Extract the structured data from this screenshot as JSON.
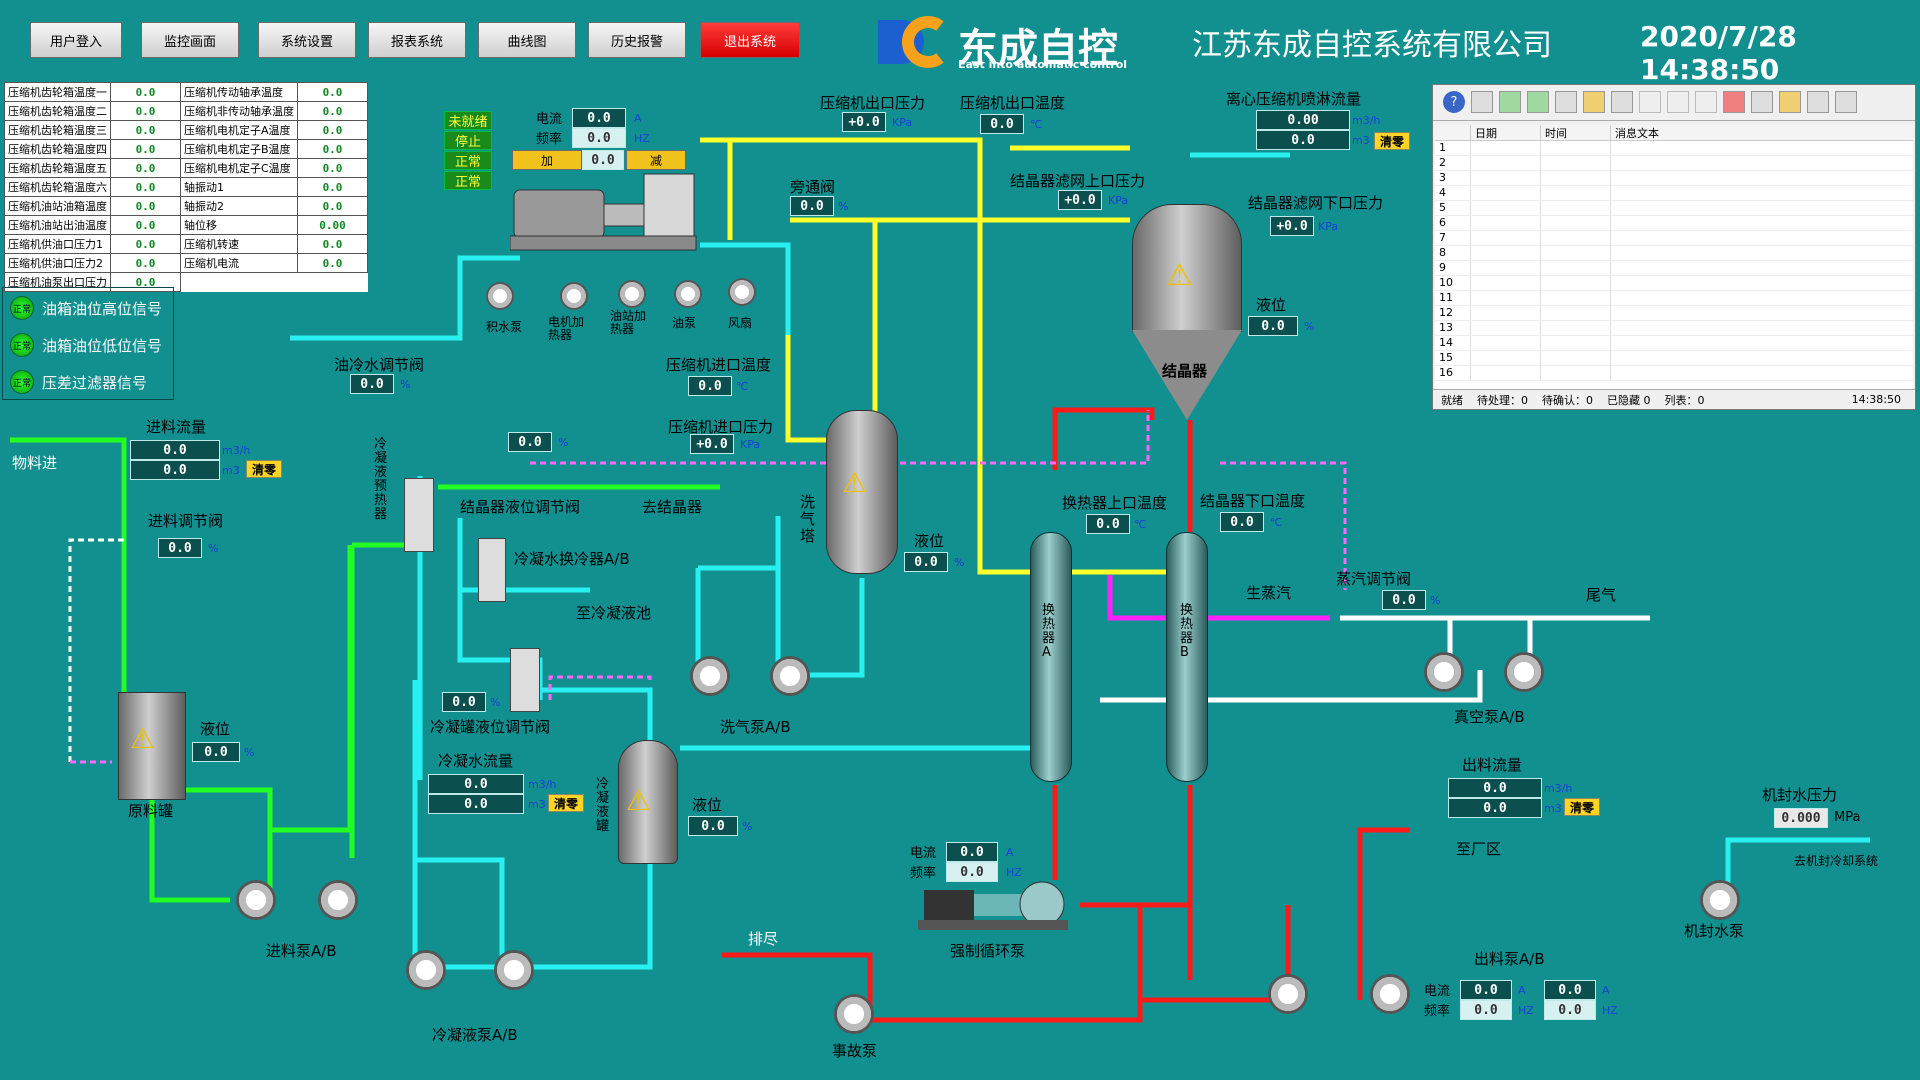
{
  "toolbar": {
    "login": "用户登入",
    "monitor": "监控画面",
    "settings": "系统设置",
    "report": "报表系统",
    "curve": "曲线图",
    "history": "历史报警",
    "exit": "退出系统"
  },
  "brand": {
    "name": "东成自控",
    "tagline": "East into automatic control",
    "company": "江苏东成自控系统有限公司",
    "datetime": "2020/7/28 14:38:50"
  },
  "table": {
    "rows": [
      [
        "压缩机齿轮箱温度一",
        "0.0",
        "压缩机传动轴承温度",
        "0.0"
      ],
      [
        "压缩机齿轮箱温度二",
        "0.0",
        "压缩机非传动轴承温度",
        "0.0"
      ],
      [
        "压缩机齿轮箱温度三",
        "0.0",
        "压缩机电机定子A温度",
        "0.0"
      ],
      [
        "压缩机齿轮箱温度四",
        "0.0",
        "压缩机电机定子B温度",
        "0.0"
      ],
      [
        "压缩机齿轮箱温度五",
        "0.0",
        "压缩机电机定子C温度",
        "0.0"
      ],
      [
        "压缩机齿轮箱温度六",
        "0.0",
        "轴振动1",
        "0.0"
      ],
      [
        "压缩机油站油箱温度",
        "0.0",
        "轴振动2",
        "0.0"
      ],
      [
        "压缩机油站出油温度",
        "0.0",
        "轴位移",
        "0.00"
      ],
      [
        "压缩机供油口压力1",
        "0.0",
        "压缩机转速",
        "0.0"
      ],
      [
        "压缩机供油口压力2",
        "0.0",
        "压缩机电流",
        "0.0"
      ],
      [
        "压缩机油泵出口压力",
        "0.0",
        "",
        ""
      ]
    ]
  },
  "signals": [
    {
      "state": "正常",
      "label": "油箱油位高位信号"
    },
    {
      "state": "正常",
      "label": "油箱油位低位信号"
    },
    {
      "state": "正常",
      "label": "压差过滤器信号"
    }
  ],
  "compressor": {
    "status": [
      "未就绪",
      "停止",
      "正常",
      "正常"
    ],
    "current_label": "电流",
    "current": "0.0",
    "current_unit": "A",
    "freq_label": "频率",
    "freq": "0.0",
    "freq_unit": "HZ",
    "add": "加",
    "sub": "减",
    "setval": "0.0"
  },
  "aux": {
    "p1": "积水泵",
    "p2": "电机加热器",
    "p3": "油站加热器",
    "p4": "油泵",
    "p5": "风扇"
  },
  "labels": {
    "comp_out_p": "压缩机出口压力",
    "comp_out_p_v": "+0.0",
    "kpa": "KPa",
    "comp_out_t": "压缩机出口温度",
    "comp_out_t_v": "0.0",
    "degc": "℃",
    "centri": "离心压缩机喷淋流量",
    "centri_v1": "0.00",
    "centri_v2": "0.0",
    "m3h": "m3/h",
    "m3": "m3",
    "clear": "清零",
    "bypass": "旁通阀",
    "bypass_v": "0.0",
    "pct": "%",
    "filter_up": "结晶器滤网上口压力",
    "filter_up_v": "+0.0",
    "filter_dn": "结晶器滤网下口压力",
    "filter_dn_v": "+0.0",
    "cry_level": "液位",
    "cry_level_v": "0.0",
    "crystallizer": "结晶器",
    "oil_water": "油冷水调节阀",
    "oil_water_v": "0.0",
    "comp_in_t": "压缩机进口温度",
    "comp_in_t_v": "0.0",
    "comp_in_p": "压缩机进口压力",
    "comp_in_p_v": "+0.0",
    "feed_in": "物料进",
    "feed_flow": "进料流量",
    "feed_v1": "0.0",
    "feed_v2": "0.0",
    "feed_valve": "进料调节阀",
    "feed_valve_v": "0.0",
    "pre_heat": "冷凝液预热器",
    "cry_level_valve": "结晶器液位调节阀",
    "cry_level_valve_v": "0.0",
    "to_cry": "去结晶器",
    "wash_tower": "洗气塔",
    "wash_level": "液位",
    "wash_level_v": "0.0",
    "hx_up_t": "换热器上口温度",
    "hx_up_t_v": "0.0",
    "cry_dn_t": "结晶器下口温度",
    "cry_dn_t_v": "0.0",
    "cond_cool": "冷凝水换冷器A/B",
    "to_pool": "至冷凝液池",
    "cond_valve": "冷凝罐液位调节阀",
    "cond_valve_v": "0.0",
    "raw_tank": "原料罐",
    "raw_level": "液位",
    "raw_level_v": "0.0",
    "wash_pump": "洗气泵A/B",
    "steam": "生蒸汽",
    "steam_valve": "蒸汽调节阀",
    "steam_valve_v": "0.0",
    "tail": "尾气",
    "hxA": "换热器A",
    "hxB": "换热器B",
    "vac_pump": "真空泵A/B",
    "cond_flow": "冷凝水流量",
    "cond_v1": "0.0",
    "cond_v2": "0.0",
    "cond_tank": "冷凝液罐",
    "cond_level": "液位",
    "cond_level_v": "0.0",
    "out_flow": "出料流量",
    "out_v1": "0.0",
    "out_v2": "0.0",
    "to_plant": "至厂区",
    "seal_p": "机封水压力",
    "seal_v": "0.000",
    "mpa": "MPa",
    "to_seal": "去机封冷却系统",
    "seal_pump": "机封水泵",
    "feed_pump": "进料泵A/B",
    "cond_pump": "冷凝液泵A/B",
    "drain": "排尽",
    "emerg": "事故泵",
    "circ": "强制循环泵",
    "circ_cur_l": "电流",
    "circ_cur": "0.0",
    "circ_freq_l": "频率",
    "circ_freq": "0.0",
    "out_pump": "出料泵A/B",
    "op_cur_l": "电流",
    "op_freq_l": "频率",
    "op1_cur": "0.0",
    "op1_freq": "0.0",
    "op2_cur": "0.0",
    "op2_freq": "0.0",
    "a": "A",
    "hz": "HZ"
  },
  "alarm": {
    "cols": [
      "日期",
      "时间",
      "消息文本"
    ],
    "rows": [
      "1",
      "2",
      "3",
      "4",
      "5",
      "6",
      "7",
      "8",
      "9",
      "10",
      "11",
      "12",
      "13",
      "14",
      "15",
      "16"
    ],
    "status": {
      "ready": "就绪",
      "pending": "待处理：0",
      "confirm": "待确认：0",
      "hidden": "已隐藏 0",
      "list": "列表：0",
      "time": "14:38:50"
    }
  },
  "colors": {
    "bg": "#128f8f",
    "cyan": "#29f0f0",
    "yellow": "#ffff2a",
    "green": "#22ff22",
    "red": "#ff1a1a",
    "magenta": "#ff22ff",
    "white": "#ffffff"
  }
}
